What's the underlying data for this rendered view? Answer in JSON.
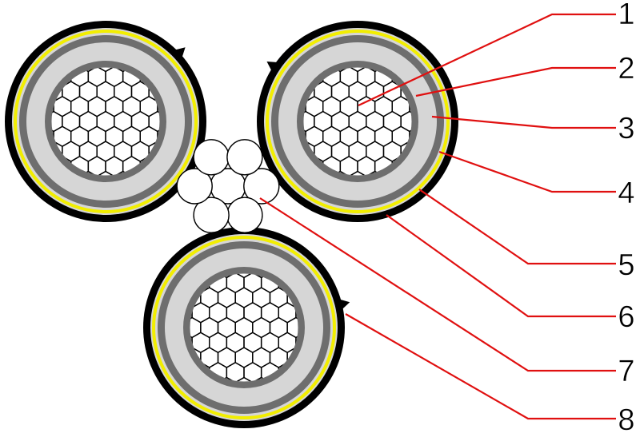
{
  "colors": {
    "sheath": "#000000",
    "screen_tape": "#f2ee00",
    "semicon": "#6e6e6e",
    "insulation": "#d6d6d6",
    "conductor_fill": "#ffffff",
    "strand_line": "#000000",
    "leader_line": "#e01010",
    "label_text": "#000000"
  },
  "components": {
    "conductor": "hexagon-stranded-conductor-icon",
    "earth_conductor": "round-strand-earth-conductor-icon"
  },
  "callouts": [
    {
      "number": "1"
    },
    {
      "number": "2"
    },
    {
      "number": "3"
    },
    {
      "number": "4"
    },
    {
      "number": "5"
    },
    {
      "number": "6"
    },
    {
      "number": "7"
    },
    {
      "number": "8"
    }
  ]
}
